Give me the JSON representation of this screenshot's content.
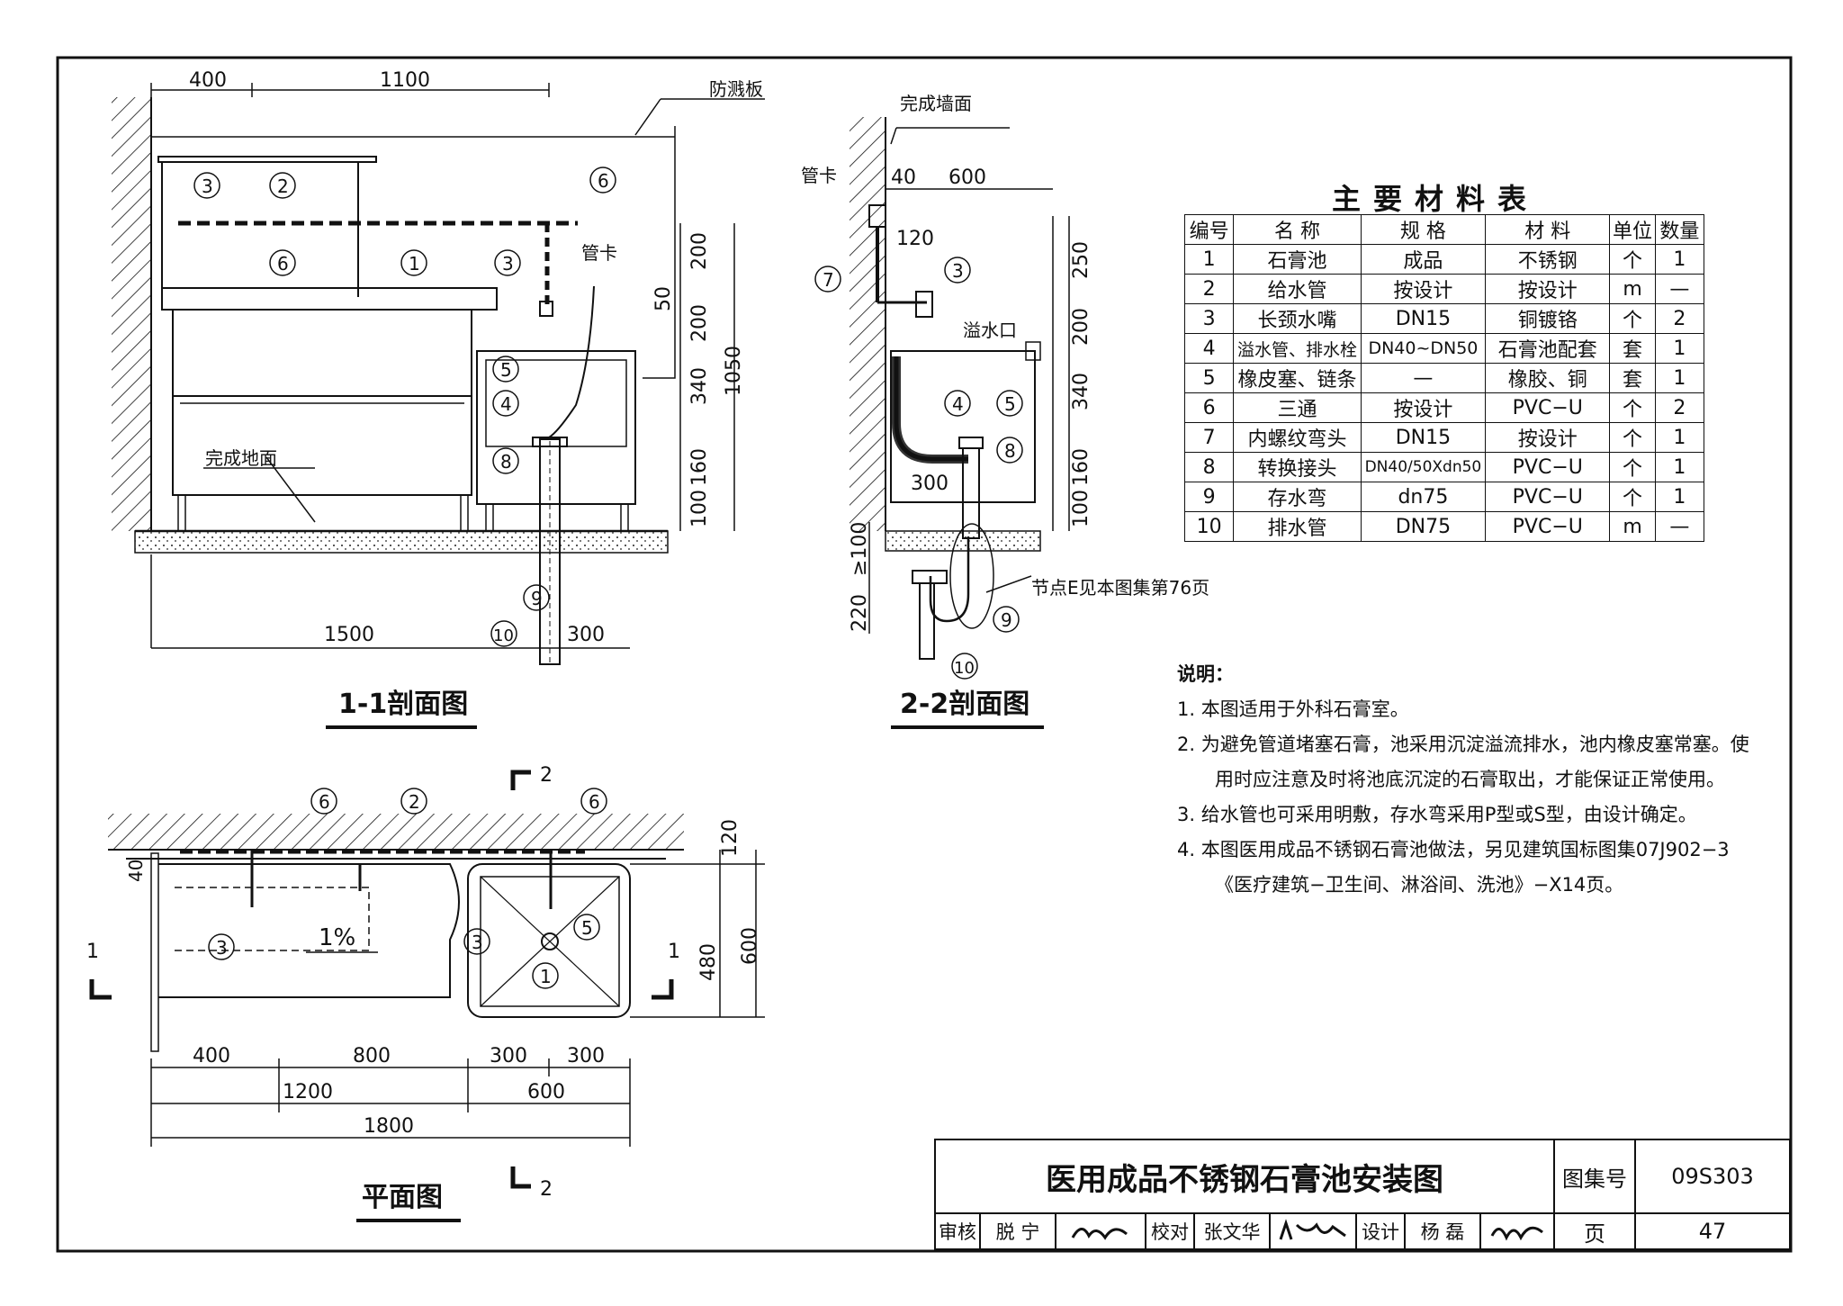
{
  "section11": {
    "title": "1-1剖面图",
    "dims_top": [
      "400",
      "1100"
    ],
    "label_splash_board": "防溅板",
    "label_pipe_clamp": "管卡",
    "label_floor": "完成地面",
    "dims_right": [
      "200",
      "50",
      "200",
      "1050",
      "340",
      "160",
      "100"
    ],
    "dims_bottom": [
      "1500",
      "300"
    ],
    "callouts": [
      "3",
      "2",
      "6",
      "6",
      "1",
      "3",
      "5",
      "4",
      "8",
      "9",
      "10"
    ]
  },
  "section22": {
    "title": "2-2剖面图",
    "label_wall": "完成墙面",
    "label_pipe_clamp": "管卡",
    "label_overflow": "溢水口",
    "node_note": "节点E见本图集第76页",
    "dims_top": [
      "40",
      "600"
    ],
    "dim_120": "120",
    "dim_300": "300",
    "dims_right": [
      "250",
      "200",
      "340",
      "160",
      "100"
    ],
    "dims_left": [
      "≥100",
      "220"
    ],
    "callouts": [
      "7",
      "3",
      "4",
      "5",
      "8",
      "9",
      "10"
    ]
  },
  "plan": {
    "title": "平面图",
    "section_mark_1": "1",
    "section_mark_2": "2",
    "slope": "1%",
    "dims_bottom_row1": [
      "400",
      "800",
      "300",
      "300"
    ],
    "dims_bottom_row2": [
      "1200",
      "600"
    ],
    "dims_bottom_row3": [
      "1800"
    ],
    "dims_right": [
      "120",
      "480",
      "600"
    ],
    "dim_left": "40",
    "callouts": [
      "6",
      "2",
      "6",
      "3",
      "3",
      "5",
      "1"
    ]
  },
  "materials": {
    "title": "主要材料表",
    "headers": [
      "编号",
      "名 称",
      "规 格",
      "材 料",
      "单位",
      "数量"
    ],
    "rows": [
      [
        "1",
        "石膏池",
        "成品",
        "不锈钢",
        "个",
        "1"
      ],
      [
        "2",
        "给水管",
        "按设计",
        "按设计",
        "m",
        "—"
      ],
      [
        "3",
        "长颈水嘴",
        "DN15",
        "铜镀铬",
        "个",
        "2"
      ],
      [
        "4",
        "溢水管、排水栓",
        "DN40~DN50",
        "石膏池配套",
        "套",
        "1"
      ],
      [
        "5",
        "橡皮塞、链条",
        "—",
        "橡胶、铜",
        "套",
        "1"
      ],
      [
        "6",
        "三通",
        "按设计",
        "PVC−U",
        "个",
        "2"
      ],
      [
        "7",
        "内螺纹弯头",
        "DN15",
        "按设计",
        "个",
        "1"
      ],
      [
        "8",
        "转换接头",
        "DN40/50Xdn50",
        "PVC−U",
        "个",
        "1"
      ],
      [
        "9",
        "存水弯",
        "dn75",
        "PVC−U",
        "个",
        "1"
      ],
      [
        "10",
        "排水管",
        "DN75",
        "PVC−U",
        "m",
        "—"
      ]
    ]
  },
  "notes": {
    "heading": "说明：",
    "items": [
      "1. 本图适用于外科石膏室。",
      "2. 为避免管道堵塞石膏，池采用沉淀溢流排水，池内橡皮塞常塞。使",
      "用时应注意及时将池底沉淀的石膏取出，才能保证正常使用。",
      "3. 给水管也可采用明敷，存水弯采用P型或S型，由设计确定。",
      "4. 本图医用成品不锈钢石膏池做法，另见建筑国标图集07J902−3",
      "《医疗建筑−卫生间、淋浴间、洗池》−X14页。"
    ]
  },
  "titleblock": {
    "drawing_title": "医用成品不锈钢石膏池安装图",
    "atlas_label": "图集号",
    "atlas_no": "09S303",
    "page_label": "页",
    "page_no": "47",
    "review_label": "审核",
    "reviewer": "脱 宁",
    "check_label": "校对",
    "checker": "张文华",
    "design_label": "设计",
    "designer": "杨 磊"
  }
}
